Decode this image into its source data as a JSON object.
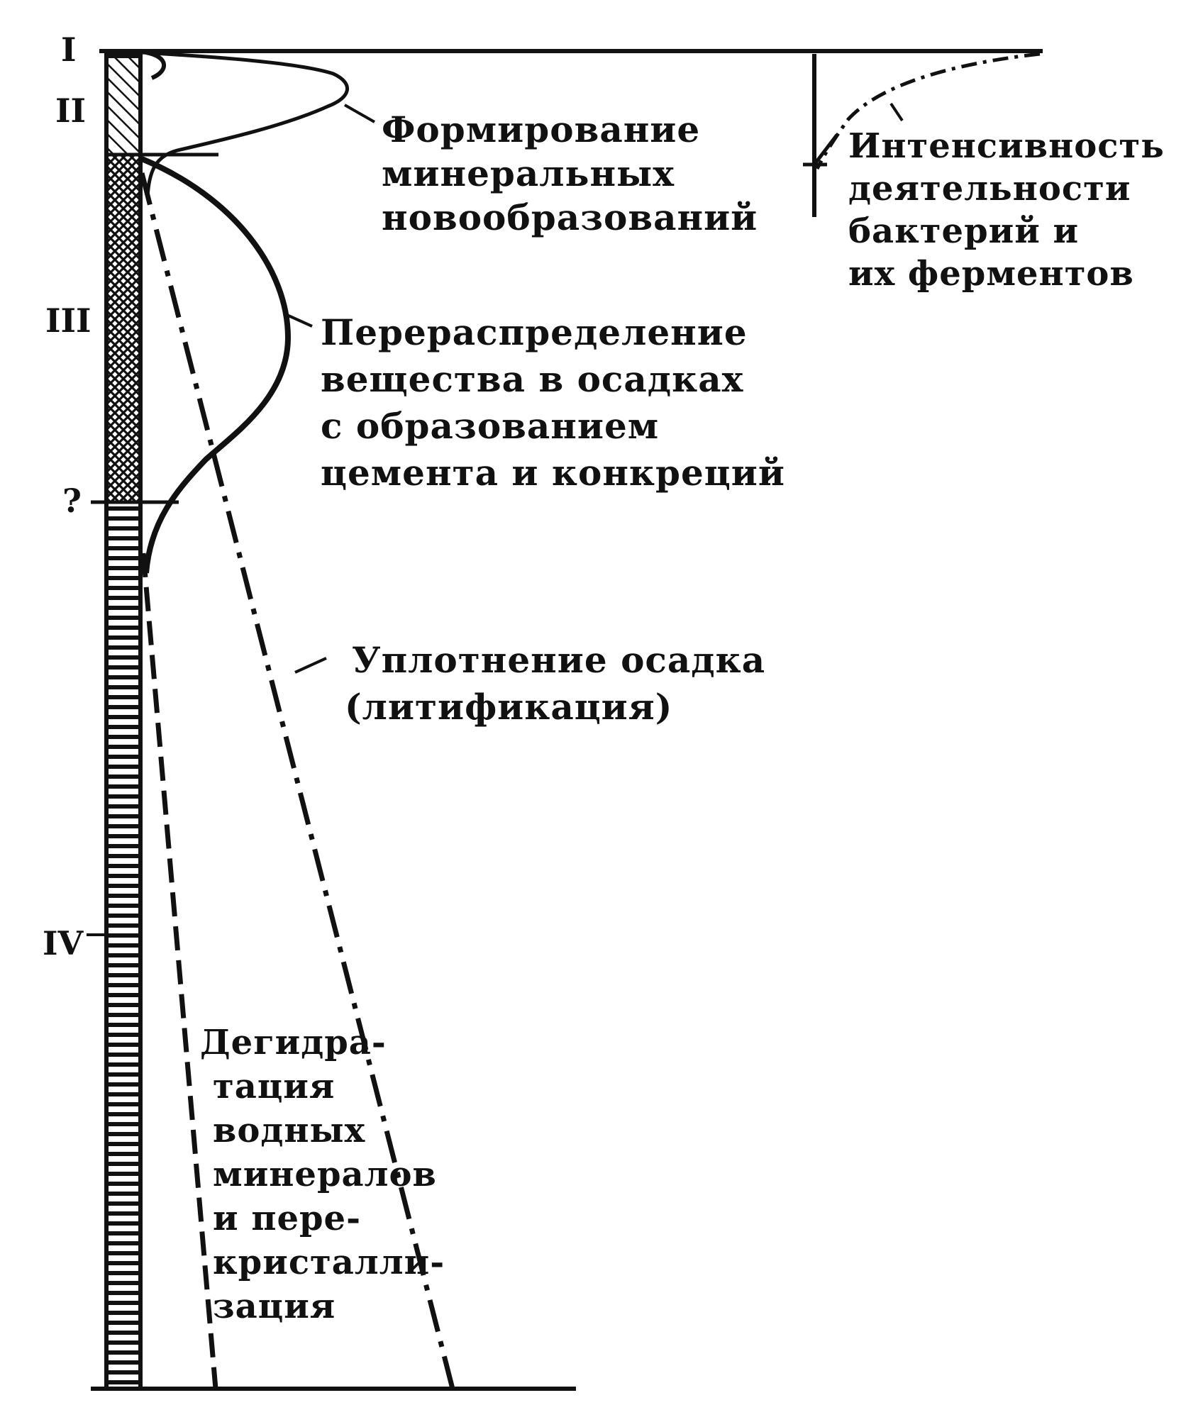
{
  "zones": {
    "zone_1": "I",
    "zone_2": "II",
    "zone_3": "III",
    "zone_boundary": "?",
    "zone_4": "IV"
  },
  "processes": {
    "mineral_formation": [
      "Формирование",
      "минеральных",
      "новообразований"
    ],
    "bacteria_activity": [
      "Интенсивность",
      "деятельности",
      "бактерий и",
      "их ферментов"
    ],
    "redistribution": [
      "Перераспределение",
      "вещества в осадках",
      "с образованием",
      "цемента и конкреций"
    ],
    "compaction": [
      "Уплотнение осадка",
      "(литификация)"
    ],
    "dehydration": [
      "Дегидра-",
      "тация",
      "водных",
      "минералов",
      "и пере-",
      "кристалли-",
      "зация"
    ]
  },
  "colors": {
    "ink": "#111111",
    "paper": "#ffffff"
  }
}
